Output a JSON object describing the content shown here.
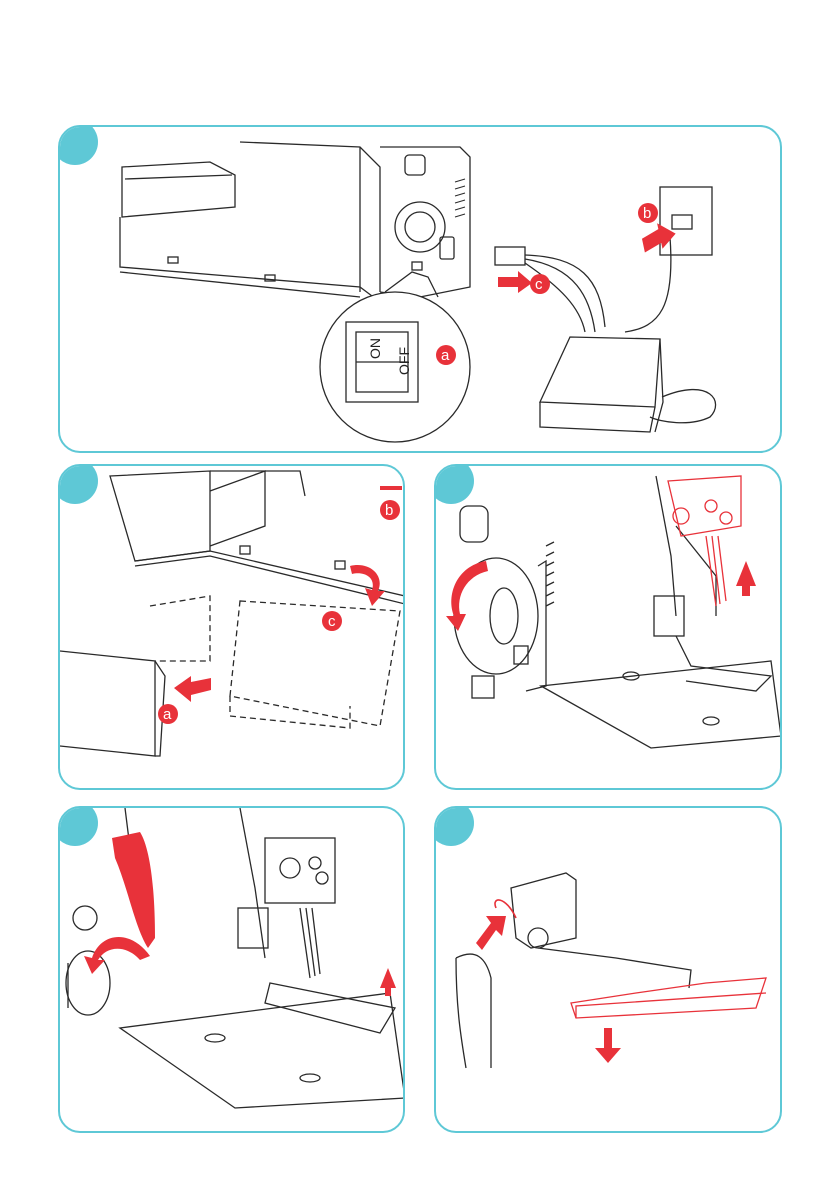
{
  "panels": [
    {
      "callouts": [
        "a",
        "b",
        "c"
      ],
      "switch": {
        "on": "ON",
        "off": "OFF"
      }
    },
    {
      "callouts": [
        "a",
        "b",
        "c"
      ]
    },
    {
      "callouts": []
    },
    {
      "callouts": []
    },
    {
      "callouts": []
    }
  ],
  "colors": {
    "accent": "#e8323a",
    "frame": "#5ec8d6",
    "line": "#2a2a2a"
  }
}
